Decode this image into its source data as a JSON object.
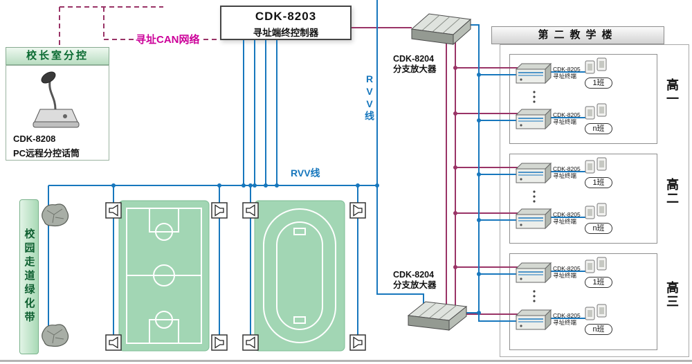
{
  "controller": {
    "model": "CDK-8203",
    "name": "寻址端终控制器"
  },
  "can_label": "寻址CAN网络",
  "principal": {
    "header": "校长室分控",
    "model": "CDK-8208",
    "desc": "PC远程分控话筒"
  },
  "amplifiers": {
    "top": {
      "model": "CDK-8204",
      "name": "分支放大器"
    },
    "bottom": {
      "model": "CDK-8204",
      "name": "分支放大器"
    }
  },
  "labels": {
    "rvv_vertical": "RVV线",
    "rvv_horizontal": "RVV线",
    "greenbelt": "校园走道绿化带"
  },
  "building": {
    "header": "第二教学楼",
    "sections": [
      {
        "grade": "高一",
        "units": [
          {
            "model": "CDK-8205",
            "name": "寻址终端",
            "badge": "1班"
          },
          {
            "model": "CDK-8205",
            "name": "寻址终端",
            "badge": "n班"
          }
        ]
      },
      {
        "grade": "高二",
        "units": [
          {
            "model": "CDK-8205",
            "name": "寻址终端",
            "badge": "1班"
          },
          {
            "model": "CDK-8205",
            "name": "寻址终端",
            "badge": "n班"
          }
        ]
      },
      {
        "grade": "高三",
        "units": [
          {
            "model": "CDK-8205",
            "name": "寻址终端",
            "badge": "1班"
          },
          {
            "model": "CDK-8205",
            "name": "寻址终端",
            "badge": "n班"
          }
        ]
      }
    ]
  },
  "colors": {
    "rvv_line": "#1777bd",
    "can_line": "#993366",
    "can_label_color": "#cc0099",
    "field_green": "#a2d6b4"
  }
}
